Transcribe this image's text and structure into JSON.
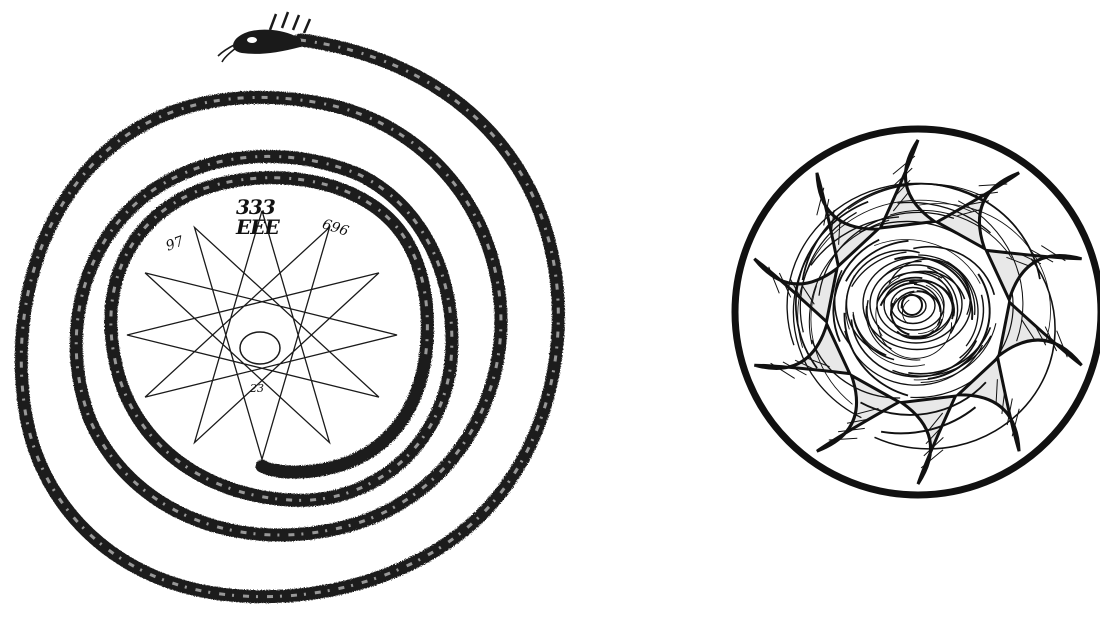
{
  "serpent_figure": {
    "numbers": {
      "top_upper": "333",
      "top_lower": "EEE",
      "left": "97",
      "right": "696",
      "center": "23"
    }
  },
  "rose_figure": {}
}
